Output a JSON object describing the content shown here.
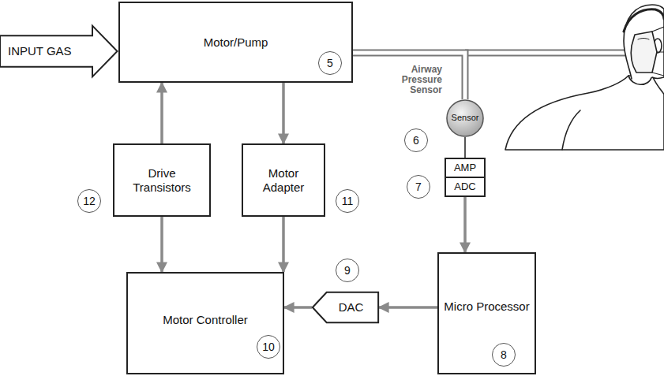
{
  "diagram": {
    "nodes": [
      {
        "text": [
          "INPUT GAS"
        ]
      },
      {
        "text": [
          "Motor/Pump"
        ]
      },
      {
        "text": [
          "Airway Pressure Sensor",
          "Sensor"
        ]
      },
      {
        "text": [
          "Drive Transistors"
        ]
      },
      {
        "text": [
          "Motor Adapter"
        ]
      },
      {
        "text": [
          "AMP"
        ]
      },
      {
        "text": [
          "ADC"
        ]
      },
      {
        "text": [
          "Micro Processor"
        ]
      },
      {
        "text": [
          "DAC"
        ]
      },
      {
        "text": [
          "Motor Controller"
        ]
      }
    ],
    "edges": [
      {
        "from": 1,
        "to": 2,
        "arrow": "none"
      },
      {
        "from": 2,
        "to": 5,
        "arrow": "none"
      },
      {
        "from": 6,
        "to": 7,
        "arrow": "to"
      },
      {
        "from": 7,
        "to": 8,
        "arrow": "to"
      },
      {
        "from": 8,
        "to": 9,
        "arrow": "to"
      },
      {
        "from": 1,
        "to": 4,
        "arrow": "to"
      },
      {
        "from": 4,
        "to": 9,
        "arrow": "to"
      },
      {
        "from": 3,
        "to": 1,
        "arrow": "to"
      },
      {
        "from": 3,
        "to": 9,
        "arrow": "to"
      }
    ],
    "labels": [
      "5",
      "6",
      "7",
      "8",
      "9",
      "10",
      "11",
      "12"
    ]
  }
}
